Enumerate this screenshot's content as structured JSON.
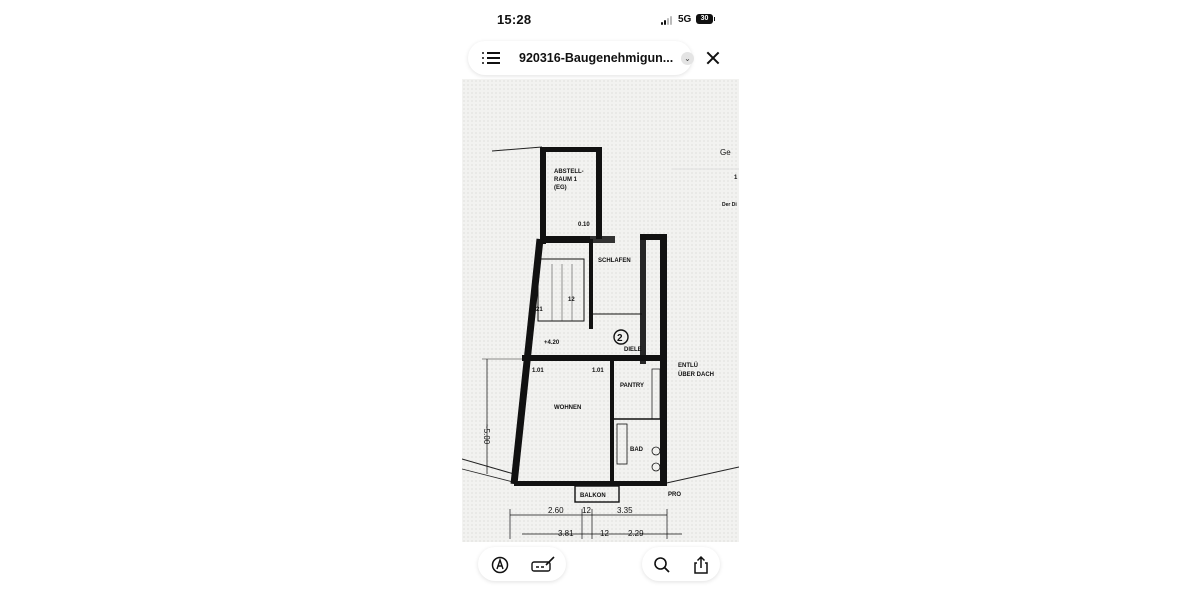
{
  "status_bar": {
    "time": "15:28",
    "network": "5G",
    "battery": "30"
  },
  "header": {
    "document_title": "920316-Baugenehmigun..."
  },
  "plan": {
    "room_storage": [
      "ABSTELL-",
      "RAUM 1",
      "(EG)"
    ],
    "room_sleep": "SCHLAFEN",
    "room_living": "WOHNEN",
    "room_pantry": "PANTRY",
    "room_bath": "BAD",
    "hall": "DIELE",
    "balcony": "BALKON",
    "ventilation": [
      "ENTLÜ",
      "ÜBER DACH"
    ],
    "circle_number": "2",
    "level": "+4.20",
    "side_dimension": "~5.00",
    "dims_row1": [
      "2.60",
      "12",
      "3.35"
    ],
    "dims_row2": [
      "3.81",
      "12",
      "2.29"
    ],
    "door_widths": [
      "1.01",
      "1.01"
    ],
    "corner_label": "PRO",
    "step_labels": [
      "12",
      "21"
    ],
    "small_label": "0.10",
    "edge_text": [
      "Ge",
      "1",
      "Der Di"
    ]
  },
  "toolbar": {
    "markup_icon": "markup-icon",
    "signature_icon": "signature-icon",
    "search_icon": "search-icon",
    "share_icon": "share-icon"
  }
}
